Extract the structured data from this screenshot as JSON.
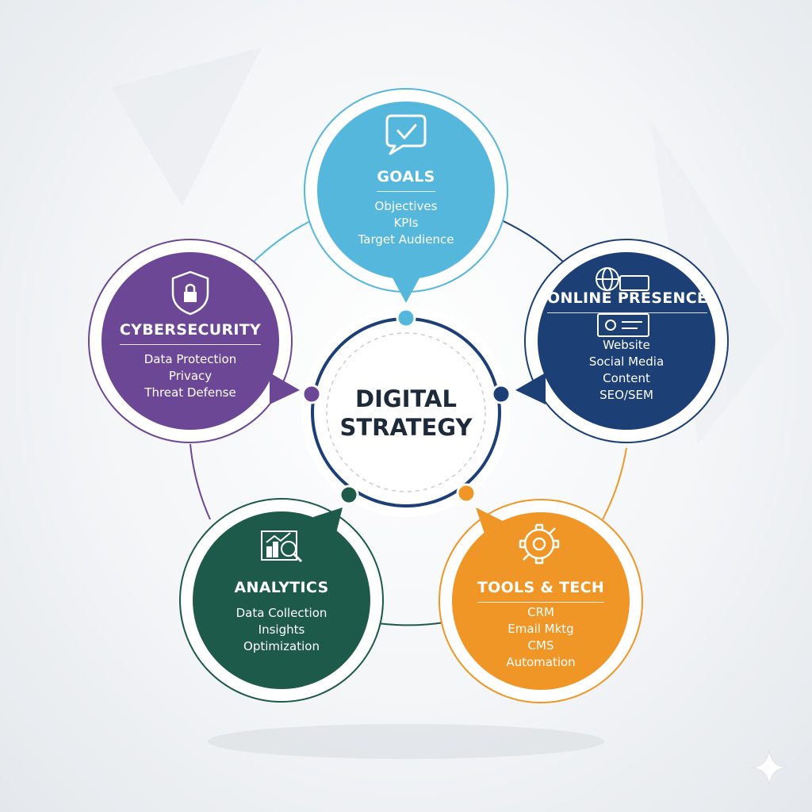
{
  "center": {
    "line1": "DIGITAL",
    "line2": "STRATEGY"
  },
  "nodes": {
    "goals": {
      "title": "GOALS",
      "items": [
        "Objectives",
        "KPIs",
        "Target Audience"
      ],
      "color": "#55b7dc",
      "icon": "checkmark-speech-bubble-icon"
    },
    "online_presence": {
      "title": "ONLINE PRESENCE",
      "items": [
        "Website",
        "Social Media",
        "Content",
        "SEO/SEM"
      ],
      "color": "#1c3f75",
      "icon": "globe-browser-icon"
    },
    "tools_tech": {
      "title": "TOOLS & TECH",
      "items": [
        "CRM",
        "Email Mktg",
        "CMS",
        "Automation"
      ],
      "color": "#ef9627",
      "icon": "gear-wrench-icon"
    },
    "analytics": {
      "title": "ANALYTICS",
      "items": [
        "Data Collection",
        "Insights",
        "Optimization"
      ],
      "color": "#1e5a4a",
      "icon": "chart-magnifier-icon"
    },
    "cybersecurity": {
      "title": "CYBERSECURITY",
      "items": [
        "Data Protection",
        "Privacy",
        "Threat Defense"
      ],
      "color": "#6c4796",
      "icon": "shield-lock-icon"
    }
  },
  "ring_color": "#1c3f75"
}
